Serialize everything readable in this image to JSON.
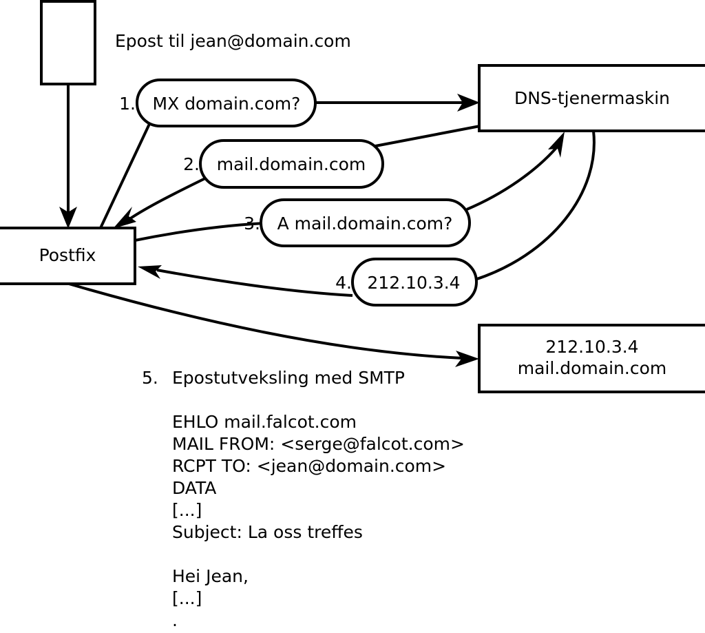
{
  "diagram": {
    "title_note": "Epost til jean@domain.com",
    "nodes": [
      {
        "id": "client",
        "label": ""
      },
      {
        "id": "postfix",
        "label": "Postfix"
      },
      {
        "id": "dns",
        "label": "DNS-tjenermaskin"
      },
      {
        "id": "mailserver",
        "line1": "212.10.3.4",
        "line2": "mail.domain.com"
      }
    ],
    "steps": [
      {
        "number": "1.",
        "message": "MX domain.com?"
      },
      {
        "number": "2.",
        "message": "mail.domain.com"
      },
      {
        "number": "3.",
        "message": "A mail.domain.com?"
      },
      {
        "number": "4.",
        "message": "212.10.3.4"
      }
    ],
    "step5": {
      "number": "5.",
      "label": "Epostutveksling med SMTP"
    },
    "smtp_transcript": [
      "EHLO mail.falcot.com",
      "MAIL FROM: <serge@falcot.com>",
      "RCPT TO: <jean@domain.com>",
      "DATA",
      "[...]",
      "Subject: La oss treffes",
      "",
      "Hei Jean,",
      "[...]",
      "",
      "."
    ],
    "colors": {
      "stroke": "#000000",
      "fill": "#ffffff",
      "text": "#000000"
    }
  }
}
